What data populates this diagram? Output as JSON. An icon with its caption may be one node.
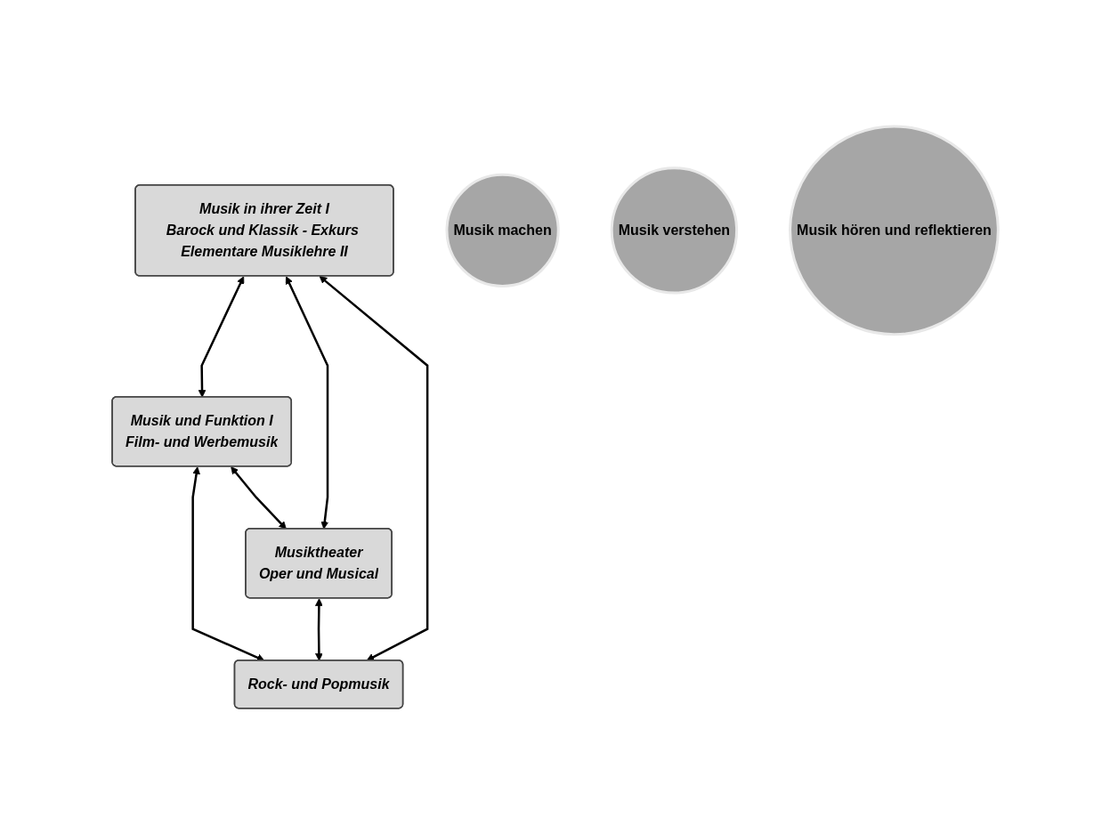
{
  "diagram": {
    "nodes": [
      {
        "text": [
          "Musik in ihrer Zeit I",
          "Barock und Klassik - Exkurs Elementare Musiklehre II"
        ]
      },
      {
        "text": [
          "Musik und Funktion I",
          "Film- und Werbemusik"
        ]
      },
      {
        "text": [
          "Musiktheater",
          "Oper und Musical"
        ]
      },
      {
        "text": [
          "Rock- und Popmusik"
        ]
      },
      {
        "text": [
          "Musik machen"
        ]
      },
      {
        "text": [
          "Musik verstehen"
        ]
      },
      {
        "text": [
          "Musik hören und reflektieren"
        ]
      }
    ],
    "edges": [
      {
        "from": 0,
        "to": 1,
        "arrow": "both"
      },
      {
        "from": 0,
        "to": 2,
        "arrow": "both"
      },
      {
        "from": 1,
        "to": 3,
        "arrow": "both"
      },
      {
        "from": 2,
        "to": 3,
        "arrow": "both"
      },
      {
        "from": 3,
        "to": 0,
        "arrow": "both"
      },
      {
        "from": 1,
        "to": 2,
        "arrow": "both"
      }
    ]
  }
}
